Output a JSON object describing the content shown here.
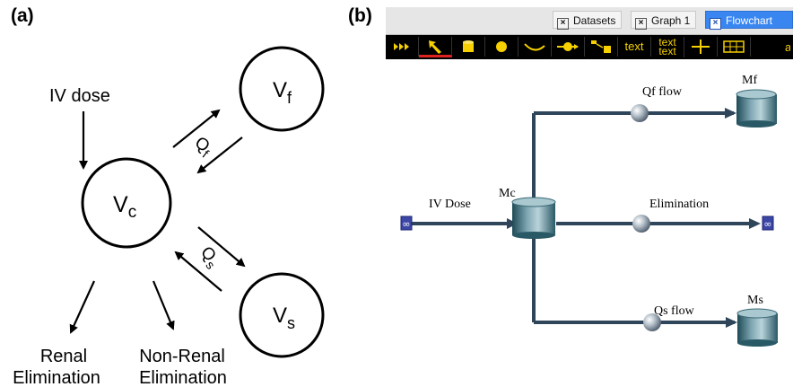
{
  "panel_a": {
    "label": "(a)",
    "compartments": {
      "central": "V",
      "central_sub": "c",
      "fast": "V",
      "fast_sub": "f",
      "slow": "V",
      "slow_sub": "s"
    },
    "flows": {
      "fast": "Q",
      "fast_sub": "f",
      "slow": "Q",
      "slow_sub": "s"
    },
    "input": "IV dose",
    "renal": [
      "Renal",
      "Elimination"
    ],
    "nonrenal": [
      "Non-Renal",
      "Elimination"
    ]
  },
  "panel_b": {
    "label": "(b)",
    "tabs": [
      {
        "label": "Datasets",
        "active": false
      },
      {
        "label": "Graph 1",
        "active": false
      },
      {
        "label": "Flowchart",
        "active": true
      }
    ],
    "toolbar": [
      {
        "icon": "play-forward-icon"
      },
      {
        "icon": "pointer-arrow-icon",
        "selected": true
      },
      {
        "icon": "compartment-tool-icon"
      },
      {
        "icon": "circle-tool-icon"
      },
      {
        "icon": "curve-tool-icon"
      },
      {
        "icon": "flow-tool-icon"
      },
      {
        "icon": "flow-to-compartment-icon"
      },
      {
        "text": "text"
      },
      {
        "text": "text"
      },
      {
        "icon": "crosshair-icon"
      },
      {
        "icon": "grid-icon"
      }
    ],
    "nodes": {
      "source_symbol": "∞",
      "sink_symbol": "∞",
      "central": "Mc",
      "fast": "Mf",
      "slow": "Ms"
    },
    "flows": {
      "iv_dose": "IV Dose",
      "qf": "Qf flow",
      "elimination": "Elimination",
      "qs": "Qs flow"
    },
    "colors": {
      "pipe": "#2f4559",
      "tab_active": "#3a86f0",
      "toolbar_icon": "#f6d000",
      "infinity_box": "#3c46a6"
    }
  }
}
